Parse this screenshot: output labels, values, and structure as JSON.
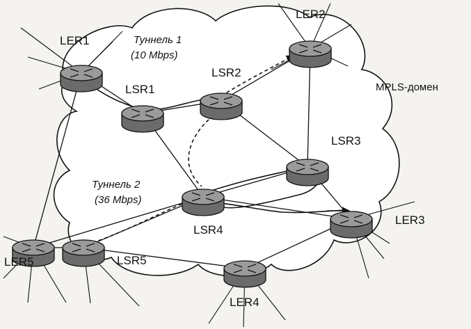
{
  "domain_label": "MPLS-домен",
  "tunnels": [
    {
      "id": "t1",
      "name": "Туннель 1",
      "bandwidth": "(10 Mbps)"
    },
    {
      "id": "t2",
      "name": "Туннель 2",
      "bandwidth": "(36 Mbps)"
    }
  ],
  "nodes": [
    {
      "id": "LER1",
      "label": "LER1"
    },
    {
      "id": "LER2",
      "label": "LER2"
    },
    {
      "id": "LER3",
      "label": "LER3"
    },
    {
      "id": "LER4",
      "label": "LER4"
    },
    {
      "id": "LER5",
      "label": "LER5"
    },
    {
      "id": "LSR1",
      "label": "LSR1"
    },
    {
      "id": "LSR2",
      "label": "LSR2"
    },
    {
      "id": "LSR3",
      "label": "LSR3"
    },
    {
      "id": "LSR4",
      "label": "LSR4"
    },
    {
      "id": "LSR5",
      "label": "LSR5"
    }
  ],
  "links": [
    [
      "LER1",
      "LSR1"
    ],
    [
      "LER1",
      "LER5"
    ],
    [
      "LSR1",
      "LSR2"
    ],
    [
      "LSR1",
      "LSR4"
    ],
    [
      "LSR2",
      "LER2"
    ],
    [
      "LSR2",
      "LSR3"
    ],
    [
      "LSR3",
      "LER2"
    ],
    [
      "LSR3",
      "LER3"
    ],
    [
      "LSR3",
      "LSR4"
    ],
    [
      "LSR4",
      "LER3"
    ],
    [
      "LSR4",
      "LER5"
    ],
    [
      "LSR4",
      "LSR5"
    ],
    [
      "LSR5",
      "LER5"
    ],
    [
      "LSR5",
      "LER4"
    ],
    [
      "LER4",
      "LER3"
    ]
  ]
}
